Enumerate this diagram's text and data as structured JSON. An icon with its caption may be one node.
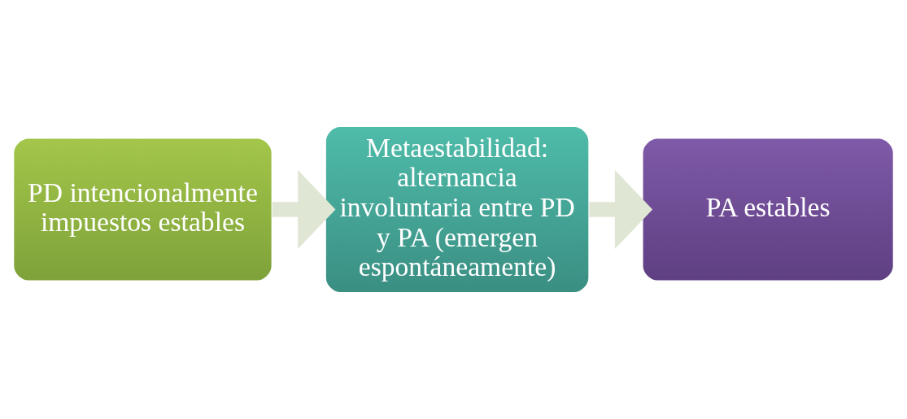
{
  "diagram": {
    "nodes": [
      {
        "text": [
          "PD intencionalmente impuestos estables"
        ]
      },
      {
        "text": [
          "Metaestabilidad: alternancia involuntaria entre PD y PA (emergen espontáneamente)"
        ]
      },
      {
        "text": [
          "PA estables"
        ]
      }
    ],
    "edges": [
      {
        "from": 0,
        "to": 1,
        "arrow": "to",
        "color": "#dfe7d4"
      },
      {
        "from": 1,
        "to": 2,
        "arrow": "to",
        "color": "#dfe7d4"
      }
    ]
  }
}
